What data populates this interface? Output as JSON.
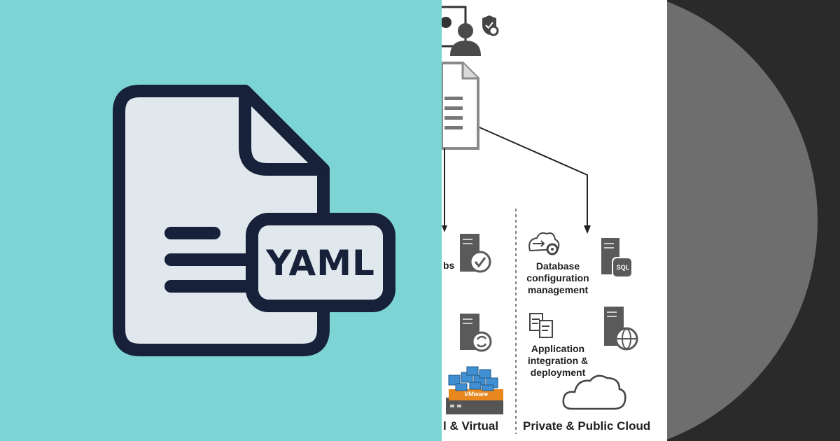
{
  "left_panel": {
    "background": "#7dd4d4",
    "file_badge_text": "YAML"
  },
  "middle_panel": {
    "labels": {
      "jobs_fragment": "bs",
      "database_config": "Database configuration management",
      "app_integration": "Application integration & deployment",
      "physical_virtual": "l & Virtual",
      "private_public_cloud": "Private & Public Cloud",
      "sql_badge": "SQL",
      "vmware_badge": "VMware"
    }
  },
  "colors": {
    "navy": "#17213a",
    "file_fill": "#e0e8ee",
    "file_shadow": "#b7c1c9",
    "server_gray": "#5a5a5a"
  }
}
